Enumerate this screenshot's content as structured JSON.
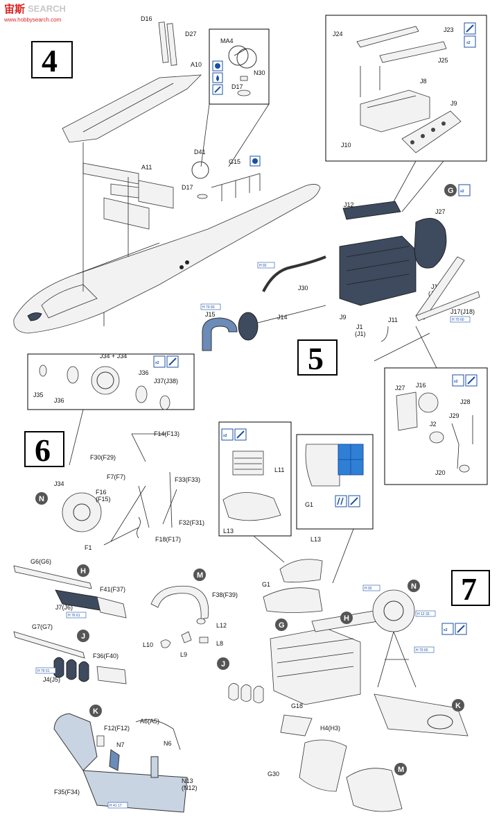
{
  "watermark": {
    "cn_text": "宙斯",
    "site": "www.hobbysearch.com",
    "search_text": "SEARCH"
  },
  "steps": {
    "s4": "4",
    "s5": "5",
    "s6": "6",
    "s7": "7"
  },
  "labels": {
    "D16": "D16",
    "D27": "D27",
    "A10": "A10",
    "MA4": "MA4",
    "N30": "N30",
    "D17a": "D17",
    "D41": "D41",
    "D17b": "D17",
    "G15": "G15",
    "A11": "A11",
    "J24": "J24",
    "J23": "J23",
    "J25": "J25",
    "J8": "J8",
    "J9a": "J9",
    "J10": "J10",
    "J12": "J12",
    "J27a": "J27",
    "J30": "J30",
    "J15": "J15",
    "J14": "J14",
    "J9b": "J9",
    "J1a": "J1",
    "J1a2": "(J1)",
    "J1b": "J1",
    "J1b2": "(J1)",
    "J11": "J11",
    "J17": "J17(J18)",
    "J34J34": "J34 + J34",
    "J35": "J35",
    "J36a": "J36",
    "J36b": "J36",
    "J37": "J37(J38)",
    "J27b": "J27",
    "J16": "J16",
    "J28": "J28",
    "J29": "J29",
    "J2": "J2",
    "J20": "J20",
    "F14": "F14(F13)",
    "F30": "F30(F29)",
    "F7": "F7(F7)",
    "F33": "F33(F33)",
    "F16": "F16",
    "F15": "(F15)",
    "J34": "J34",
    "F32": "F32(F31)",
    "F18": "F18(F17)",
    "F1": "F1",
    "L11": "L11",
    "L13a": "L13",
    "G1a": "G1",
    "G6": "G6(G6)",
    "J7": "J7(J6)",
    "F41": "F41(F37)",
    "G7": "G7(G7)",
    "J4": "J4(J5)",
    "F36": "F36(F40)",
    "F38": "F38(F39)",
    "L12": "L12",
    "L10": "L10",
    "L9": "L9",
    "L8": "L8",
    "L13b": "L13",
    "G1b": "G1",
    "G18": "G18",
    "H4": "H4(H3)",
    "G30": "G30",
    "F12": "F12(F12)",
    "A6": "A6(A5)",
    "N7": "N7",
    "N6": "N6",
    "N13": "N13",
    "N12": "(N12)",
    "F35": "F35(F34)"
  },
  "circle_markers": [
    "G",
    "N",
    "H",
    "J",
    "M",
    "G",
    "H",
    "J",
    "N",
    "K",
    "K",
    "M"
  ],
  "multipliers": [
    "x2",
    "x2",
    "x2",
    "x2",
    "x2",
    "x2"
  ],
  "color_callouts": [
    "H 92",
    "H 70 60",
    "H 70 60",
    "H 76 61",
    "H 76 61",
    "H 92",
    "H 12 33",
    "H 70 60",
    "H 41 17"
  ],
  "colors": {
    "engine_dark": "#3e4a5e",
    "paint_blue": "#2f7fd6",
    "callout_blue": "#1a4fa3",
    "marker_grey": "#555555"
  }
}
